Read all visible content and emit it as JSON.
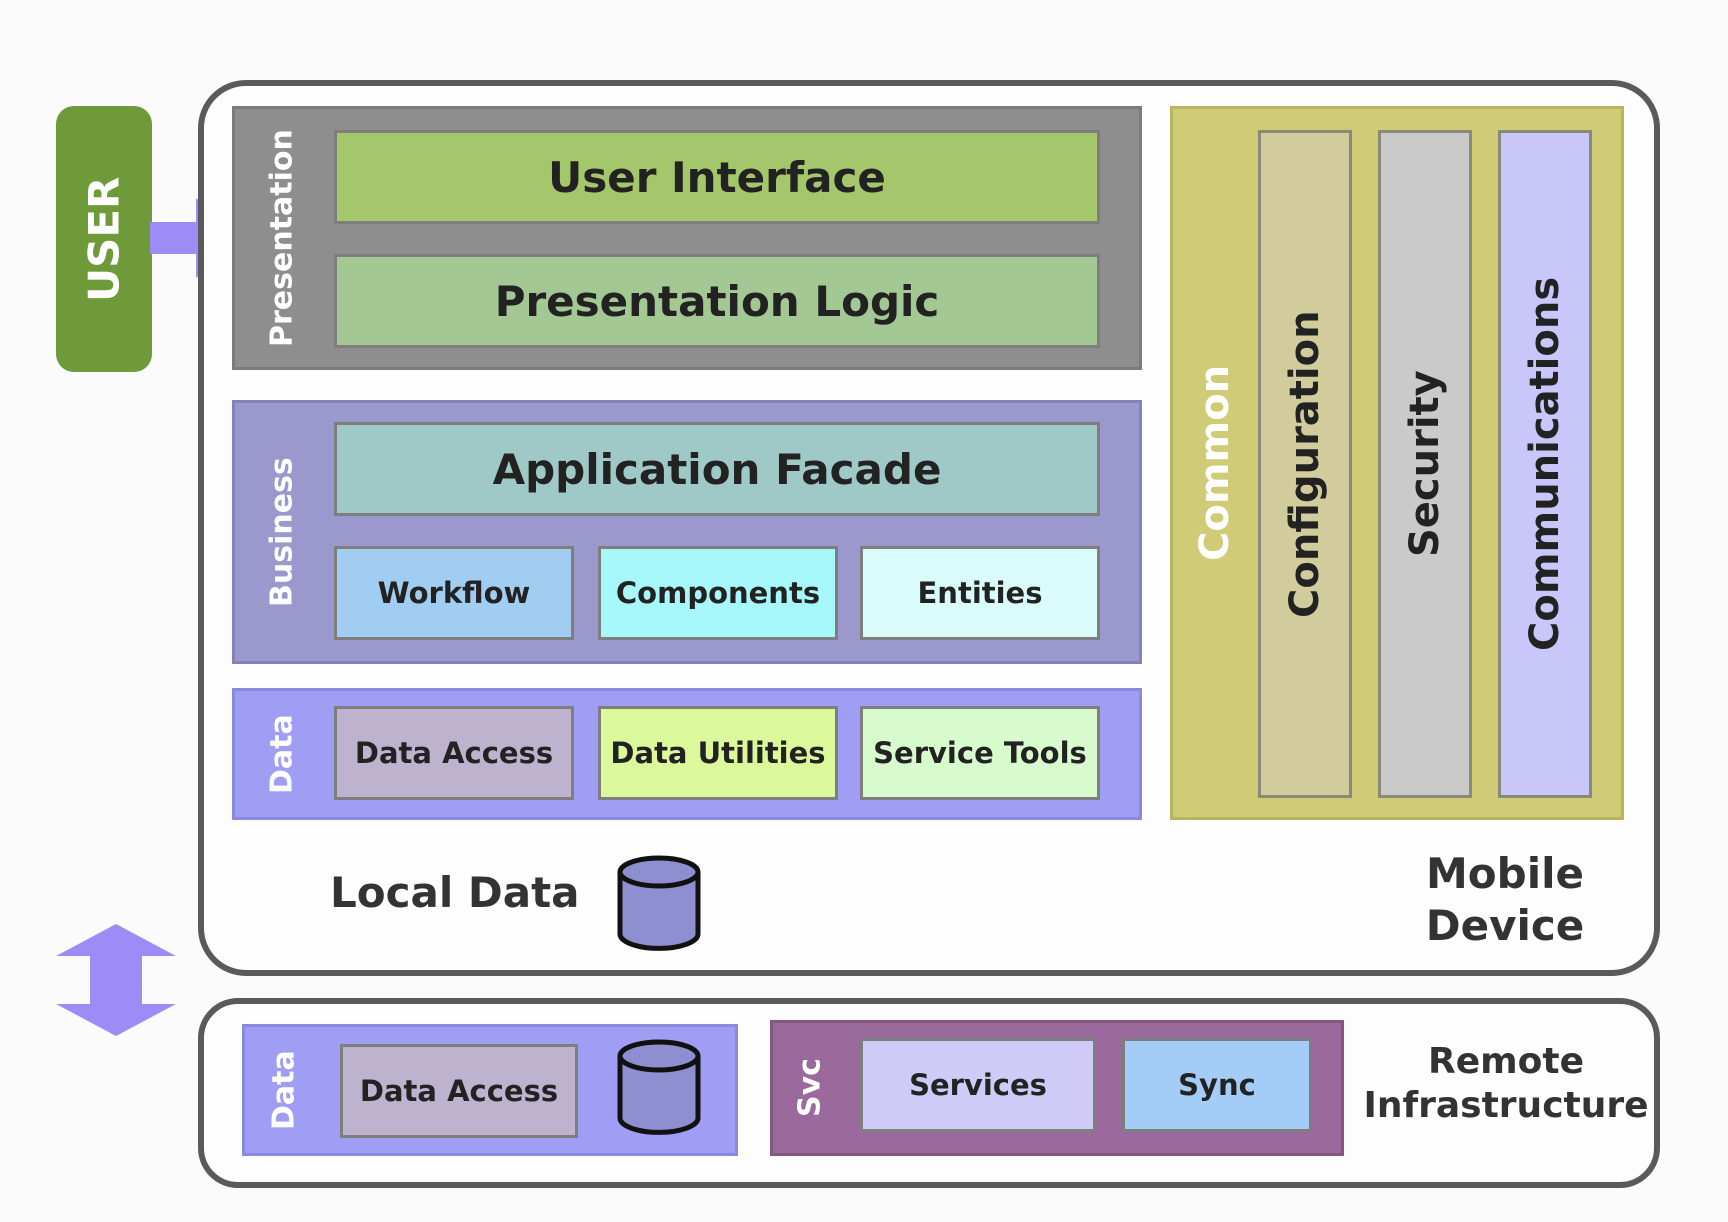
{
  "user": {
    "label": "USER"
  },
  "mobile_device": {
    "label_line1": "Mobile",
    "label_line2": "Device",
    "presentation": {
      "label": "Presentation",
      "components": [
        "User Interface",
        "Presentation Logic"
      ]
    },
    "business": {
      "label": "Business",
      "components": [
        "Application Facade",
        "Workflow",
        "Components",
        "Entities"
      ]
    },
    "data": {
      "label": "Data",
      "components": [
        "Data Access",
        "Data Utilities",
        "Service Tools"
      ]
    },
    "common": {
      "label": "Common",
      "columns": [
        "Configuration",
        "Security",
        "Communications"
      ]
    },
    "local_data": {
      "label": "Local Data"
    }
  },
  "remote_infrastructure": {
    "label_line1": "Remote",
    "label_line2": "Infrastructure",
    "data": {
      "label": "Data",
      "components": [
        "Data Access"
      ]
    },
    "svc": {
      "label": "Svc",
      "components": [
        "Services",
        "Sync"
      ]
    }
  },
  "colors": {
    "user": "#6f9a3a",
    "arrow": "#9d8cf5",
    "presentation": "#8e8e8e",
    "business": "#9a98cc",
    "data": "#9f9ef4",
    "common": "#cfcb76",
    "svc": "#9a6a9c"
  }
}
